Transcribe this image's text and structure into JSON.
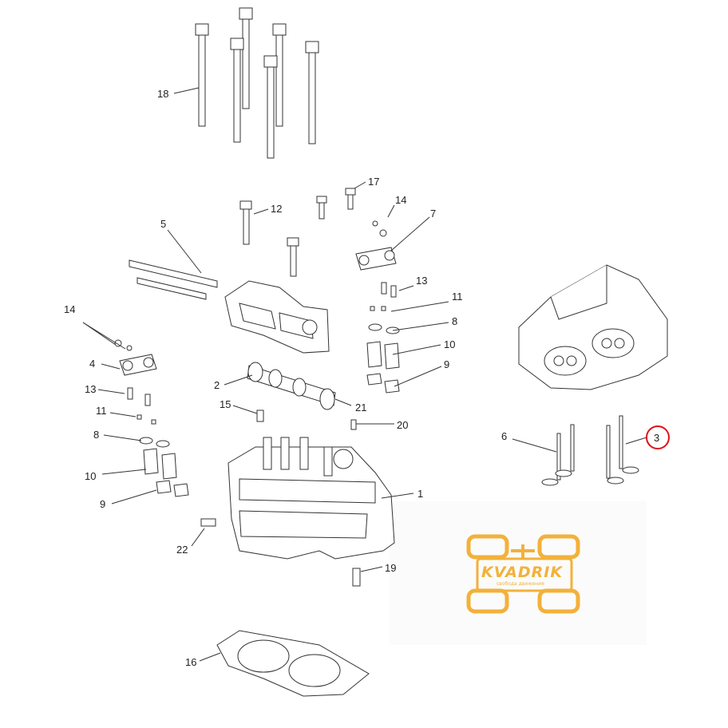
{
  "diagram": {
    "callouts": {
      "c1": "1",
      "c2": "2",
      "c3": "3",
      "c4": "4",
      "c5": "5",
      "c6": "6",
      "c7": "7",
      "c8a": "8",
      "c8b": "8",
      "c9a": "9",
      "c9b": "9",
      "c10a": "10",
      "c10b": "10",
      "c11a": "11",
      "c11b": "11",
      "c12": "12",
      "c13a": "13",
      "c13b": "13",
      "c14a": "14",
      "c14b": "14",
      "c15": "15",
      "c16": "16",
      "c17": "17",
      "c18": "18",
      "c19": "19",
      "c20": "20",
      "c21": "21",
      "c22": "22"
    },
    "highlight_color": "#e0101a",
    "line_color": "#333333"
  },
  "watermark": {
    "brand": "KVADRIK",
    "tagline": "свобода движения",
    "color": "#f3b13a"
  }
}
